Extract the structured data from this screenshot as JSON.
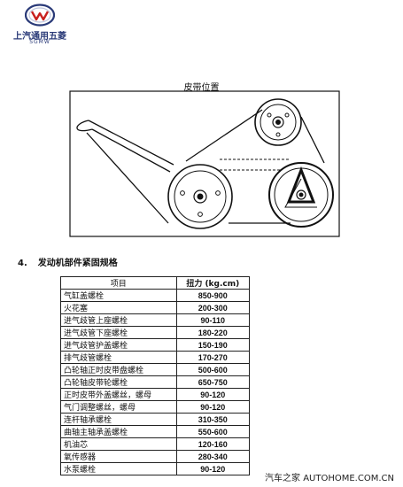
{
  "logo": {
    "cn": "上汽通用五菱",
    "en": "SGMW"
  },
  "diagram": {
    "title": "皮带位置"
  },
  "section": {
    "number": "4.",
    "title": "发动机部件紧固规格"
  },
  "table": {
    "headers": [
      "项目",
      "扭力 (kg.cm)"
    ],
    "rows": [
      {
        "item": "气缸盖螺栓",
        "value": "850-900"
      },
      {
        "item": "火花塞",
        "value": "200-300"
      },
      {
        "item": "进气歧管上座螺栓",
        "value": "90-110"
      },
      {
        "item": "进气歧管下座螺栓",
        "value": "180-220"
      },
      {
        "item": "进气歧管护盖螺栓",
        "value": "150-190"
      },
      {
        "item": "排气歧管螺栓",
        "value": "170-270"
      },
      {
        "item": "凸轮轴正时皮带盘螺栓",
        "value": "500-600"
      },
      {
        "item": "凸轮轴皮带轮螺栓",
        "value": "650-750"
      },
      {
        "item": "正时皮带外盖螺丝，螺母",
        "value": "90-120"
      },
      {
        "item": "气门调整螺丝，螺母",
        "value": "90-120"
      },
      {
        "item": "连杆轴承螺栓",
        "value": "310-350"
      },
      {
        "item": "曲轴主轴承盖螺栓",
        "value": "550-600"
      },
      {
        "item": "机油芯",
        "value": "120-160"
      },
      {
        "item": "氧传感器",
        "value": "280-340"
      },
      {
        "item": "水泵螺栓",
        "value": "90-120"
      }
    ]
  },
  "watermark": "汽车之家 AUTOHOME.COM.CN"
}
